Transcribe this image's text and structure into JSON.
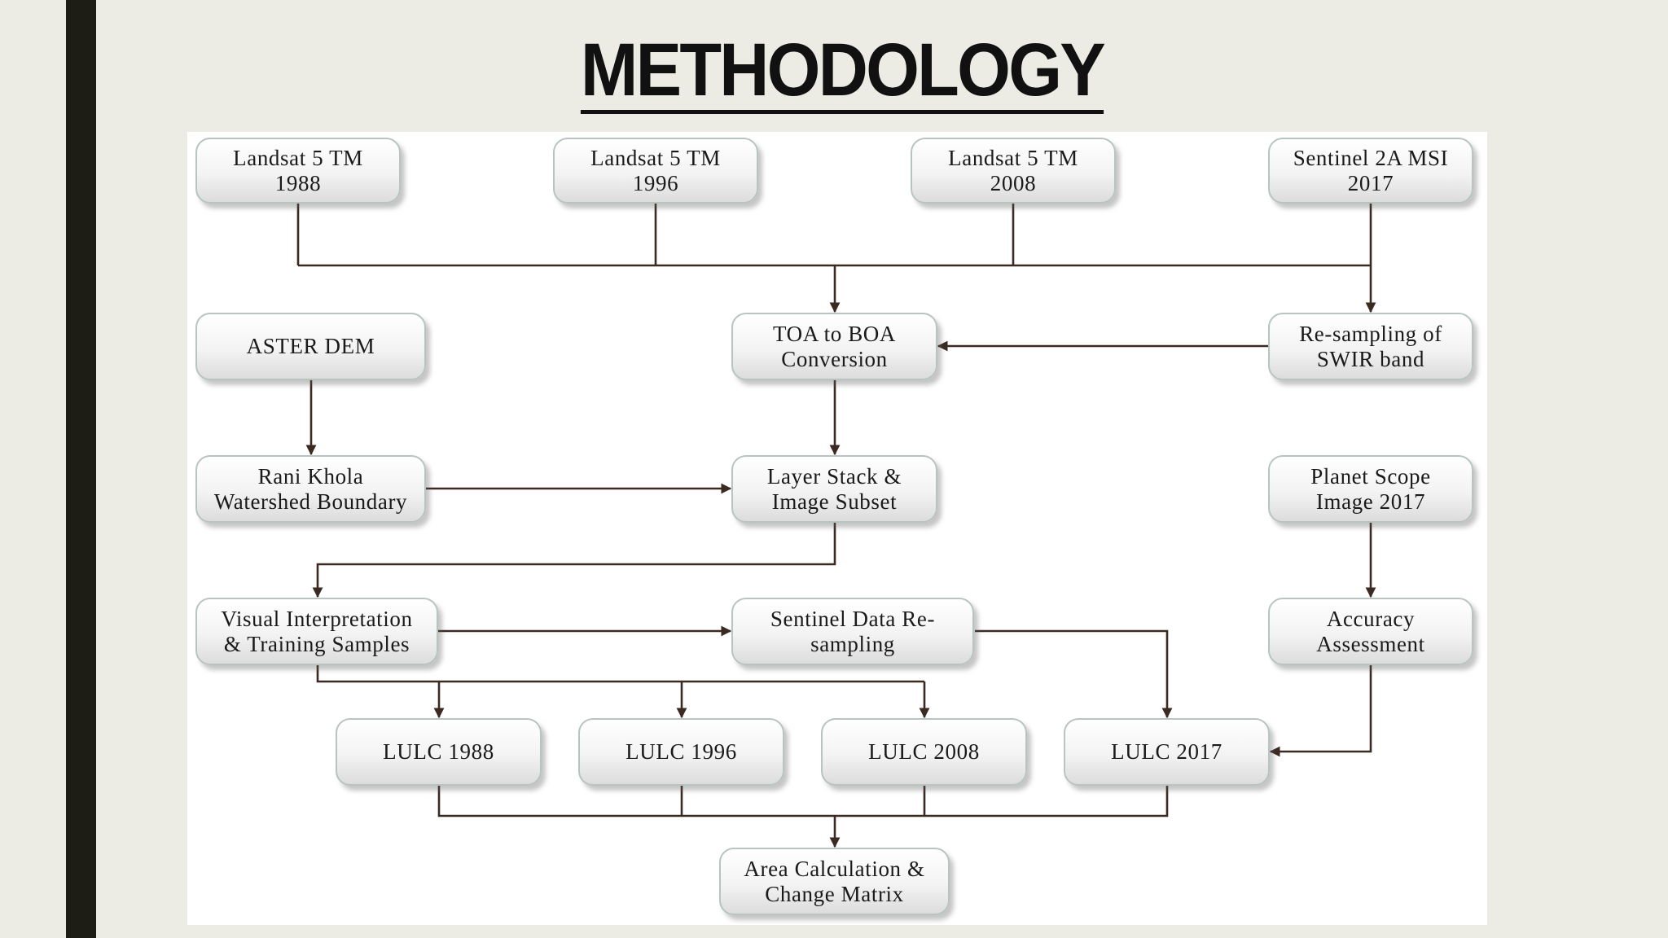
{
  "title": "METHODOLOGY",
  "colors": {
    "background": "#ecece5",
    "side_bar": "#1d1c15",
    "connector": "#3b2a22"
  },
  "nodes": {
    "landsat_1988": "Landsat 5 TM\n1988",
    "landsat_1996": "Landsat 5 TM\n1996",
    "landsat_2008": "Landsat 5 TM\n2008",
    "sentinel_2017": "Sentinel 2A MSI\n2017",
    "aster_dem": "ASTER DEM",
    "toa_boa": "TOA to BOA\nConversion",
    "resampling_swir": "Re-sampling of\nSWIR band",
    "watershed": "Rani Khola\nWatershed Boundary",
    "layer_stack": "Layer Stack &\nImage Subset",
    "planet_scope": "Planet Scope\nImage 2017",
    "visual_interp": "Visual Interpretation\n& Training Samples",
    "sentinel_resampling": "Sentinel Data Re-\nsampling",
    "accuracy": "Accuracy\nAssessment",
    "lulc_1988": "LULC 1988",
    "lulc_1996": "LULC 1996",
    "lulc_2008": "LULC 2008",
    "lulc_2017": "LULC 2017",
    "area_calc": "Area Calculation &\nChange Matrix"
  }
}
